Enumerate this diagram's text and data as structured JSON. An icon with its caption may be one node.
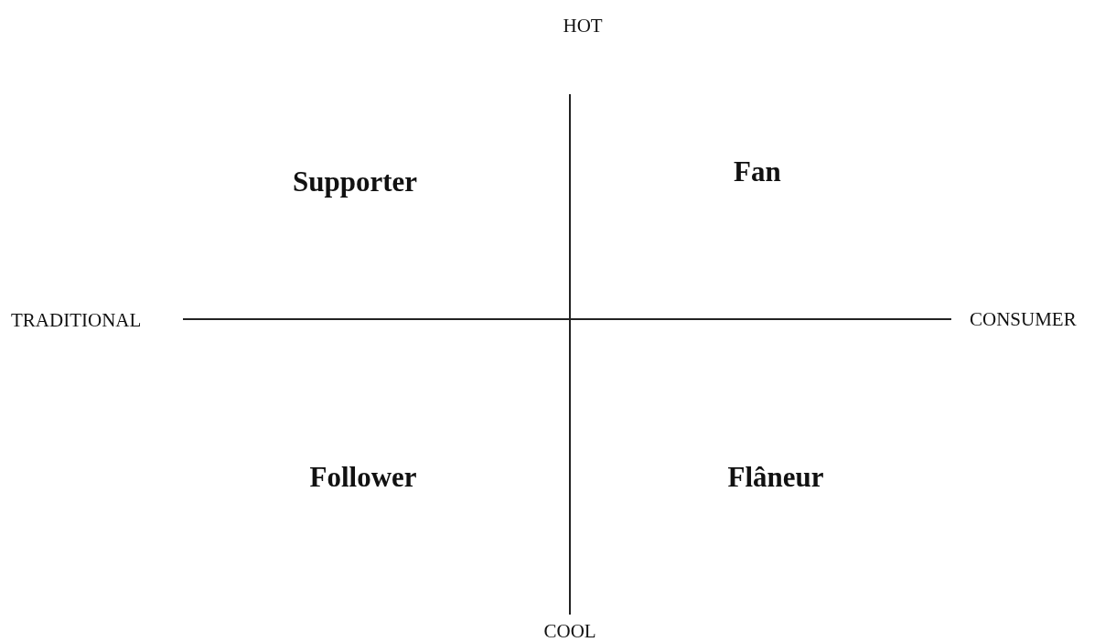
{
  "diagram": {
    "labels": [
      "HOT",
      "Supporter",
      "Fan",
      "TRADITIONAL",
      "CONSUMER",
      "Follower",
      "Flâneur",
      "COOL"
    ]
  }
}
